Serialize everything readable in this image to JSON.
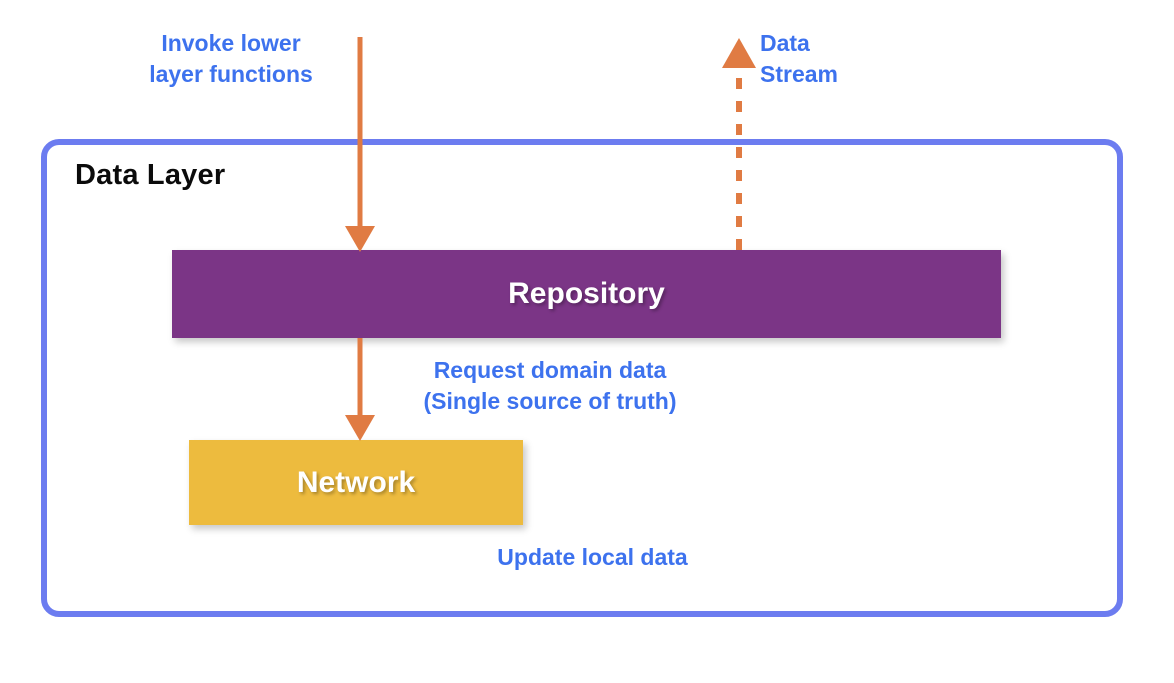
{
  "diagram": {
    "title": "Data Layer",
    "container": {
      "label": "Data Layer",
      "border_color": "#6c7cf0"
    },
    "blocks": [
      {
        "name": "repository",
        "label": "Repository",
        "color": "#7b3586",
        "text_color": "#ffffff"
      },
      {
        "name": "network",
        "label": "Network",
        "color": "#edbb3e",
        "text_color": "#ffffff"
      }
    ],
    "annotations": [
      {
        "name": "invoke-lower-layer-functions",
        "text": "Invoke lower\nlayer functions",
        "color": "#3d72ee"
      },
      {
        "name": "data-stream",
        "text": "Data\nStream",
        "color": "#3d72ee"
      },
      {
        "name": "request-domain-data",
        "text": "Request domain data\n(Single source of truth)",
        "color": "#3d72ee"
      },
      {
        "name": "update-local-data",
        "text": "Update local data",
        "color": "#3d72ee"
      }
    ],
    "arrows": [
      {
        "name": "invoke-arrow",
        "style": "solid",
        "direction": "down",
        "color": "#e07b43",
        "from": "top",
        "to": "repository"
      },
      {
        "name": "data-stream-arrow",
        "style": "dashed",
        "direction": "up",
        "color": "#e07b43",
        "from": "repository",
        "to": "top"
      },
      {
        "name": "request-domain-data-arrow",
        "style": "solid",
        "direction": "down",
        "color": "#e07b43",
        "from": "repository",
        "to": "network"
      }
    ],
    "colors": {
      "accent_blue": "#3d72ee",
      "border_purple_blue": "#6c7cf0",
      "repository_purple": "#7b3586",
      "network_yellow": "#edbb3e",
      "arrow_orange": "#e07b43",
      "background": "#ffffff"
    }
  }
}
